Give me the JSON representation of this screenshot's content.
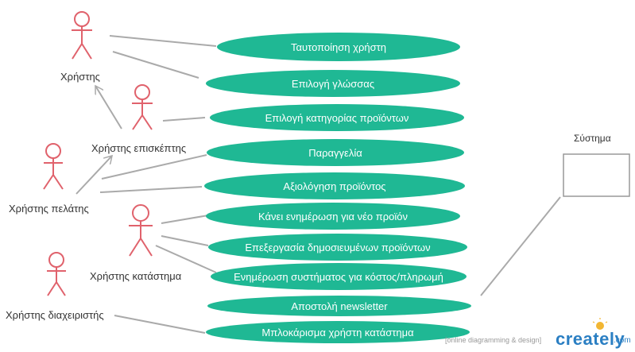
{
  "colors": {
    "actor": "#e0626c",
    "usecase_fill": "#1fb894",
    "line": "#aaaaaa",
    "usecase_text": "#ffffff",
    "brand": "#2b7fc3"
  },
  "actors": [
    {
      "id": "user",
      "label": "Χρήστης"
    },
    {
      "id": "visitor",
      "label": "Χρήστης επισκέπτης"
    },
    {
      "id": "customer",
      "label": "Χρήστης πελάτης"
    },
    {
      "id": "store",
      "label": "Χρήστης κατάστημα"
    },
    {
      "id": "admin",
      "label": "Χρήστης διαχειριστής"
    }
  ],
  "use_cases": [
    {
      "id": "uc1",
      "label": "Ταυτοποίηση χρήστη"
    },
    {
      "id": "uc2",
      "label": "Επιλογή γλώσσας"
    },
    {
      "id": "uc3",
      "label": "Επιλογή κατηγορίας προϊόντων"
    },
    {
      "id": "uc4",
      "label": "Παραγγελία"
    },
    {
      "id": "uc5",
      "label": "Αξιολόγηση  προϊόντος"
    },
    {
      "id": "uc6",
      "label": "Κάνει ενημέρωση για νέο προϊόν"
    },
    {
      "id": "uc7",
      "label": "Επεξεργασία δημοσιευμένων προϊόντων"
    },
    {
      "id": "uc8",
      "label": "Ενημέρωση συστήματος για κόστος/πληρωμή"
    },
    {
      "id": "uc9",
      "label": "Αποστολή newsletter"
    },
    {
      "id": "uc10",
      "label": "Μπλοκάρισμα χρήστη κατάστημα"
    }
  ],
  "system": {
    "label": "Σύστημα"
  },
  "watermark": {
    "text": "[online diagramming & design]",
    "brand": "creately",
    "brand_suffix": ".com"
  }
}
